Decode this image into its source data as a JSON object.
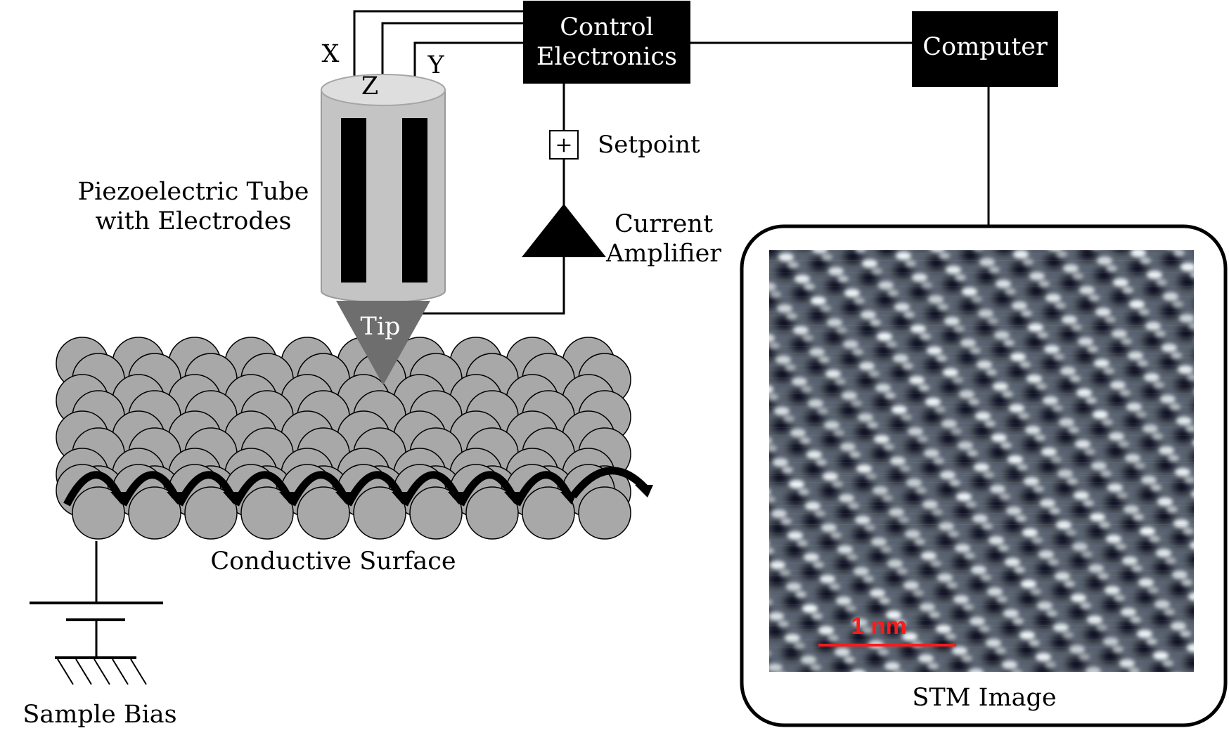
{
  "labels": {
    "control_line1": "Control",
    "control_line2": "Electronics",
    "computer": "Computer",
    "axis_x": "X",
    "axis_z": "Z",
    "axis_y": "Y",
    "plus": "+",
    "setpoint": "Setpoint",
    "current_line1": "Current",
    "current_line2": "Amplifier",
    "piezo_line1": "Piezoelectric Tube",
    "piezo_line2": "with Electrodes",
    "tip": "Tip",
    "surface": "Conductive Surface",
    "sample_bias": "Sample Bias",
    "stm_image": "STM Image",
    "scale_bar": "1 nm"
  },
  "colors": {
    "box_fill": "#000000",
    "box_text": "#ffffff",
    "tube_body": "#c4c4c4",
    "tube_top": "#dedede",
    "electrode": "#000000",
    "tip": "#6e6e6e",
    "atom": "#a8a8a8",
    "wire": "#000000",
    "scale_bar": "#ff1a1a",
    "stm_dark": "#050608",
    "stm_light": "#f2f8fa"
  }
}
